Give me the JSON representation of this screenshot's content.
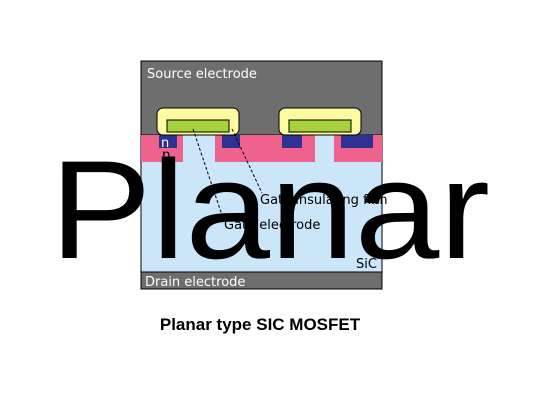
{
  "diagram": {
    "labels": {
      "source_electrode": "Source electrode",
      "n_region": "n",
      "p_region": "p",
      "gate_insulating_film": "Gate insulating film",
      "gate_electrode": "Gate electrode",
      "sic": "SiC",
      "drain_electrode": "Drain electrode"
    },
    "overlay_text": "Planar",
    "caption": "Planar type SIC MOSFET",
    "colors": {
      "electrode": "#6e6e6e",
      "substrate": "#cbe6f8",
      "p_region": "#f0628e",
      "n_region": "#2e3192",
      "insulating_film": "#fdfaa2",
      "gate_electrode": "#a6d23c",
      "overlay_text": "#000000"
    }
  }
}
